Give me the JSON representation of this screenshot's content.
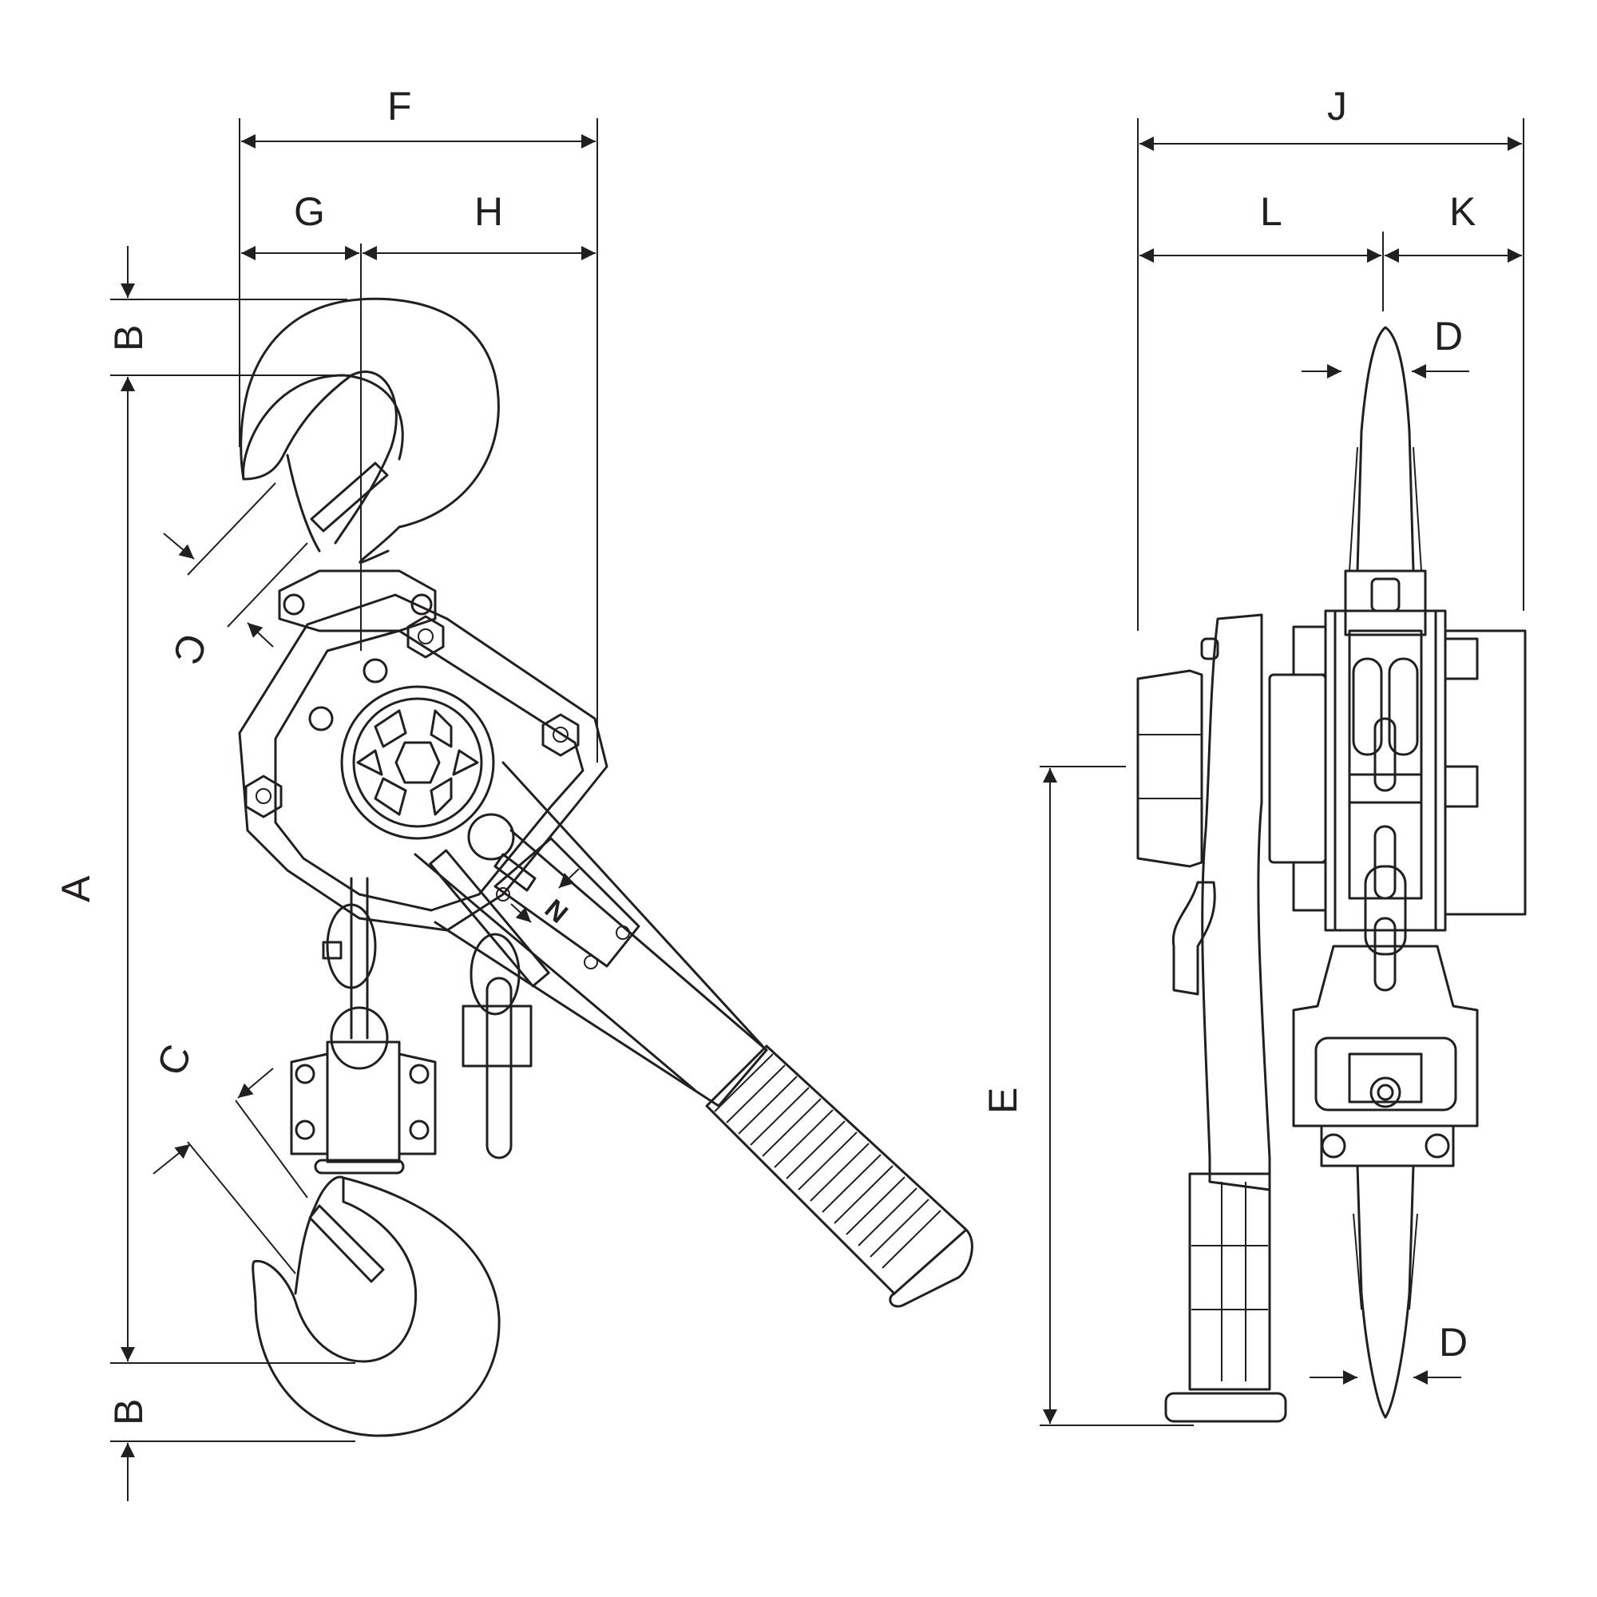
{
  "diagram": {
    "labels": {
      "A": "A",
      "B_top": "B",
      "B_bottom": "B",
      "C_top": "C",
      "C_bottom": "C",
      "D_top": "D",
      "D_bottom": "D",
      "E": "E",
      "F": "F",
      "G": "G",
      "H": "H",
      "J": "J",
      "K": "K",
      "L": "L",
      "N": "N"
    },
    "line_color": "#231f20"
  }
}
